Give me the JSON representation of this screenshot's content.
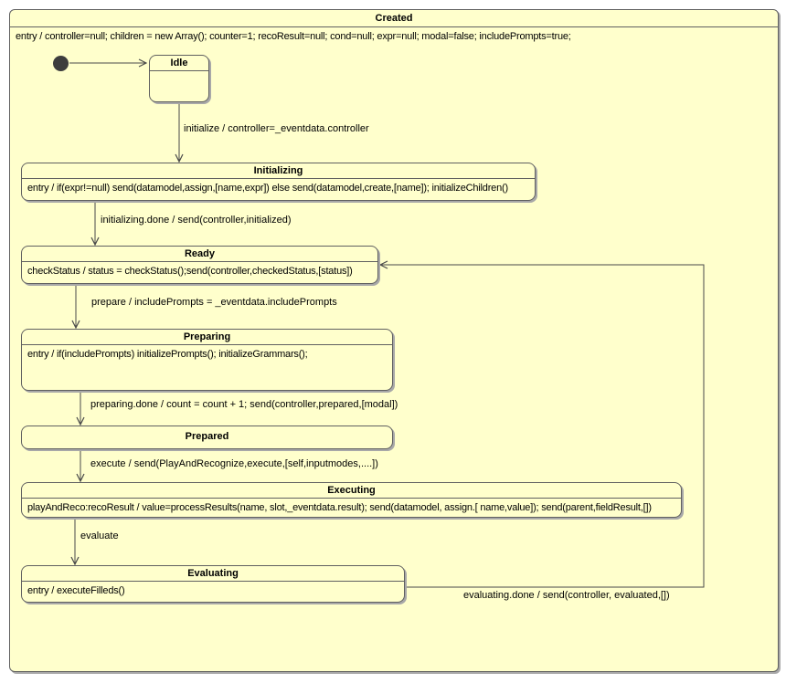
{
  "diagram": {
    "outer_state": {
      "title": "Created",
      "entry_action": "entry / controller=null; children = new Array(); counter=1; recoResult=null; cond=null; expr=null; modal=false; includePrompts=true;"
    },
    "states": {
      "idle": {
        "title": "Idle",
        "body": ""
      },
      "initializing": {
        "title": "Initializing",
        "body": "entry /  if(expr!=null) send(datamodel,assign,[name,expr]) else send(datamodel,create,[name]); initializeChildren()"
      },
      "ready": {
        "title": "Ready",
        "body": "checkStatus / status = checkStatus();send(controller,checkedStatus,[status])"
      },
      "preparing": {
        "title": "Preparing",
        "body": "entry / if(includePrompts) initializePrompts(); initializeGrammars();"
      },
      "prepared": {
        "title": "Prepared"
      },
      "executing": {
        "title": "Executing",
        "body": "playAndReco:recoResult / value=processResults(name, slot,_eventdata.result); send(datamodel, assign.[ name,value]); send(parent,fieldResult,[])"
      },
      "evaluating": {
        "title": "Evaluating",
        "body": "entry / executeFilleds()"
      }
    },
    "transitions": {
      "initialize": {
        "label": "initialize / controller=_eventdata.controller"
      },
      "initializing_done": {
        "label": "initializing.done / send(controller,initialized)"
      },
      "prepare": {
        "label": "prepare / includePrompts = _eventdata.includePrompts"
      },
      "preparing_done": {
        "label": "preparing.done / count = count + 1; send(controller,prepared,[modal])"
      },
      "execute": {
        "label": "execute / send(PlayAndRecognize,execute,[self,inputmodes,....])"
      },
      "evaluate": {
        "label": "evaluate"
      },
      "evaluating_done": {
        "label": "evaluating.done / send(controller, evaluated,[])"
      }
    },
    "colors": {
      "canvas_background": "#ffffff",
      "state_fill": "#ffffcc",
      "state_border": "#606060",
      "edge_stroke": "#4a4a4a",
      "initial_marker_fill": "#3d3d3d"
    }
  }
}
